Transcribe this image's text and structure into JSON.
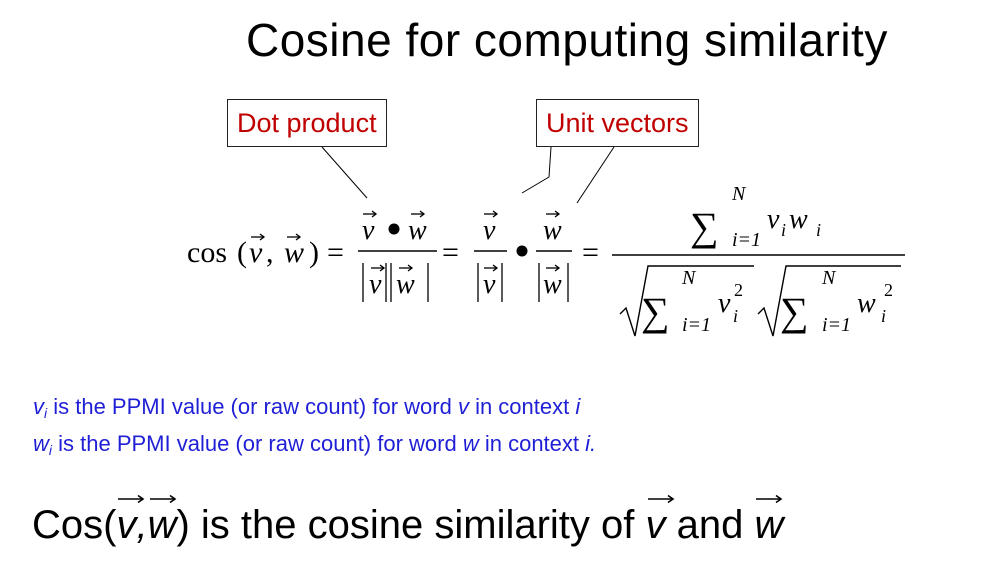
{
  "slide": {
    "title": "Cosine for computing similarity",
    "callouts": {
      "dot_product": "Dot product",
      "unit_vectors": "Unit vectors"
    },
    "formula": {
      "cos": "cos",
      "v": "v",
      "w": "w",
      "sum_lower": "i=1",
      "sum_upper": "N",
      "i": "i",
      "sq": "2"
    },
    "notes": {
      "v_line": {
        "sym": "v",
        "sub": "i",
        "text1": " is the PPMI value (or raw count) for word ",
        "word": "v",
        "text2": " in context ",
        "ctx": "i"
      },
      "w_line": {
        "sym": "w",
        "sub": "i",
        "text1": " is the PPMI value (or raw count) for word ",
        "word": "w",
        "text2": " in context ",
        "ctx": "i."
      }
    },
    "bottom": {
      "prefix": "Cos(",
      "v": "v",
      "comma": ",",
      "w": "w",
      "suffix": ") is the cosine similarity of ",
      "and": " and ",
      "v2": "v",
      "w2": "w"
    }
  }
}
